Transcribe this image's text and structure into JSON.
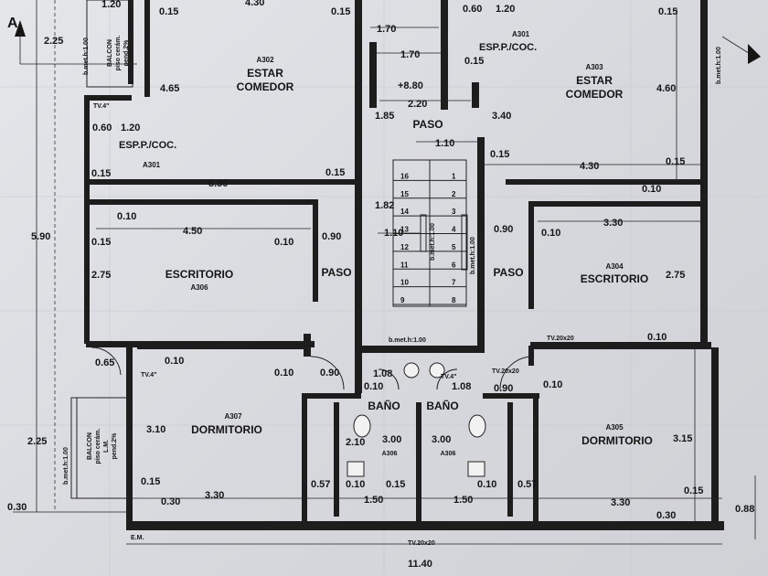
{
  "section_marker": "A",
  "rooms": {
    "a302": {
      "code": "A302",
      "line1": "ESTAR",
      "line2": "COMEDOR"
    },
    "a303": {
      "code": "A303",
      "line1": "ESTAR",
      "line2": "COMEDOR"
    },
    "a306": {
      "name": "ESCRITORIO",
      "code": "A306"
    },
    "a304": {
      "code": "A304",
      "name": "ESCRITORIO"
    },
    "a307": {
      "code": "A307",
      "name": "DORMITORIO"
    },
    "a305": {
      "code": "A305",
      "name": "DORMITORIO"
    },
    "bano_left": {
      "name": "BAÑO",
      "code": "A306"
    },
    "bano_right": {
      "name": "BAÑO",
      "code": "A306"
    },
    "paso_top": "PASO",
    "paso_left": "PASO",
    "paso_right": "PASO",
    "a301_left": {
      "line1": "ESP.P./COC.",
      "line2": "A301"
    },
    "a301_right": {
      "line1": "A301",
      "line2": "ESP.P./COC."
    }
  },
  "balcony_top": {
    "line1": "BALCON",
    "line2": "piso cerám.",
    "line3": "pend.2%"
  },
  "balcony_bottom": {
    "line1": "BALCON",
    "line2": "piso cerám.",
    "line3": "L.M.",
    "line4": "pend.2%"
  },
  "railing_top": "b.met.h:1.00",
  "railing_bottom": "b.met.h:1.00",
  "railing_right": "b.met.h:1.00",
  "stair_rail_1": "b.met.h:1.00",
  "stair_rail_2": "b.met.h:1.00",
  "stair_rail_3": "b.met.h:1.00",
  "stair_steps": [
    "1",
    "2",
    "3",
    "4",
    "5",
    "6",
    "7",
    "8",
    "9",
    "10",
    "11",
    "12",
    "13",
    "14",
    "15",
    "16"
  ],
  "level": "+8.80",
  "tv_labels": {
    "tv_left": "TV.4\"",
    "tv_mid_left": "TV.4\"",
    "tv_mid": "TV.4\"",
    "tv_right": "TV.20x20",
    "tv_right2": "TV.20x20",
    "tv_bottom": "TV.20x20"
  },
  "em_label": "E.M.",
  "dims": {
    "d_225_top": "2.25",
    "d_120_top": "1.20",
    "d_015_top": "0.15",
    "d_430_top": "4.30",
    "d_015_top2": "0.15",
    "d_170_a": "1.70",
    "d_170_b": "1.70",
    "d_060_top": "0.60",
    "d_120_top2": "1.20",
    "d_015_top3": "0.15",
    "d_015_top4": "0.15",
    "d_465": "4.65",
    "d_220": "2.20",
    "d_185": "1.85",
    "d_340": "3.40",
    "d_460": "4.60",
    "d_060_l": "0.60",
    "d_120_l": "1.20",
    "d_110_stair": "1.10",
    "d_015_a": "0.15",
    "d_015_l": "0.15",
    "d_550": "5.50",
    "d_015_m": "0.15",
    "d_430_r": "4.30",
    "d_015_r": "0.15",
    "d_010_r": "0.10",
    "d_590": "5.90",
    "d_010_l": "0.10",
    "d_182": "1.82",
    "d_450": "4.50",
    "d_015_l2": "0.15",
    "d_010_m": "0.10",
    "d_090_l": "0.90",
    "d_110_b": "1.10",
    "d_090_r": "0.90",
    "d_010_r2": "0.10",
    "d_330_r": "3.30",
    "d_275_l": "2.75",
    "d_275_r": "2.75",
    "d_065": "0.65",
    "d_010_d": "0.10",
    "d_010_d2": "0.10",
    "d_090_d": "0.90",
    "d_108_a": "1.08",
    "d_010_b": "0.10",
    "d_108_b": "1.08",
    "d_090_d2": "0.90",
    "d_010_d3": "0.10",
    "d_010_r3": "0.10",
    "d_225_b": "2.25",
    "d_310": "3.10",
    "d_210": "2.10",
    "d_300_a": "3.00",
    "d_300_b": "3.00",
    "d_315": "3.15",
    "d_015_b": "0.15",
    "d_057_a": "0.57",
    "d_010_c": "0.10",
    "d_015_c": "0.15",
    "d_010_c2": "0.10",
    "d_057_b": "0.57",
    "d_015_b2": "0.15",
    "d_088": "0.88",
    "d_030_l": "0.30",
    "d_030_l2": "0.30",
    "d_330_b": "3.30",
    "d_150_a": "1.50",
    "d_150_b": "1.50",
    "d_330_b2": "3.30",
    "d_030_r": "0.30",
    "d_1140": "11.40"
  }
}
